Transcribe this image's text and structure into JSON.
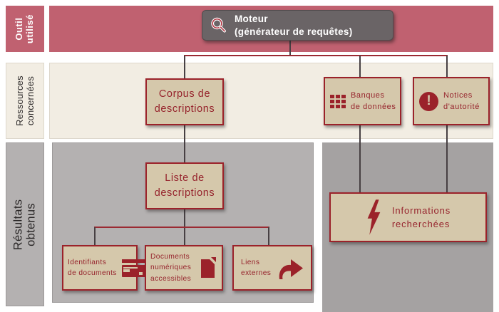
{
  "colors": {
    "rose_band": "#c06170",
    "dark_red": "#9b222a",
    "box_tan": "#d5c8ab",
    "cream_band": "#f2ede3",
    "panel_left_gray": "#b4b1b1",
    "panel_right_gray": "#a5a2a2",
    "moteur_gray": "#6a6466",
    "connector_vertical": "#474043",
    "connector_horizontal": "#9b2a32"
  },
  "sidebar": {
    "outil": {
      "line1": "Outil",
      "line2": "utilisé"
    },
    "ressources": {
      "line1": "Ressources",
      "line2": "concernées"
    },
    "resultats": {
      "line1": "Résultats",
      "line2": "obtenus"
    }
  },
  "nodes": {
    "moteur": {
      "line1": "Moteur",
      "line2": "(générateur de requêtes)",
      "icon": "magnifier-icon"
    },
    "corpus": {
      "lines": [
        "Corpus de",
        "descriptions"
      ]
    },
    "banques": {
      "lines": [
        "Banques",
        "de données"
      ],
      "icon": "grid-icon"
    },
    "notices": {
      "lines": [
        "Notices",
        "d'autorité"
      ],
      "icon": "alert-icon",
      "alert_glyph": "!"
    },
    "liste": {
      "lines": [
        "Liste de",
        "descriptions"
      ]
    },
    "identifiants": {
      "lines": [
        "Identifiants",
        "de documents"
      ],
      "icon": "id-card-icon"
    },
    "documents": {
      "lines": [
        "Documents",
        "numériques",
        "accessibles"
      ],
      "icon": "document-icon"
    },
    "liens": {
      "lines": [
        "Liens",
        "externes"
      ],
      "icon": "external-link-arrow-icon"
    },
    "informations": {
      "lines": [
        "Informations",
        "recherchées"
      ],
      "icon": "lightning-icon"
    }
  }
}
